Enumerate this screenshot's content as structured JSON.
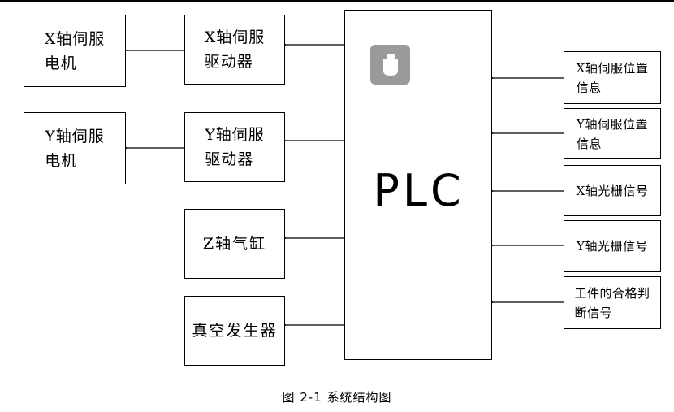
{
  "diagram": {
    "center": {
      "label": "PLC"
    },
    "outputs": [
      {
        "id": "x-driver",
        "label": "X轴伺服\n驱动器"
      },
      {
        "id": "y-driver",
        "label": "Y轴伺服\n驱动器"
      },
      {
        "id": "z-cylinder",
        "label": "Z轴气缸"
      },
      {
        "id": "vacuum-generator",
        "label": "真空发生器"
      }
    ],
    "motors": [
      {
        "id": "x-motor",
        "label": "X轴伺服\n电机"
      },
      {
        "id": "y-motor",
        "label": "Y轴伺服\n电机"
      }
    ],
    "inputs": [
      {
        "id": "x-position",
        "label": "X轴伺服位置\n信息"
      },
      {
        "id": "y-position",
        "label": "Y轴伺服位置\n信息"
      },
      {
        "id": "x-grating",
        "label": "X轴光栅信号"
      },
      {
        "id": "y-grating",
        "label": "Y轴光栅信号"
      },
      {
        "id": "qualified",
        "label": "工件的合格判\n断信号"
      }
    ],
    "badge_icon": "cup-icon",
    "colors": {
      "line": "#000000",
      "badge": "#9a9a9a"
    }
  },
  "caption": "图 2-1 系统结构图"
}
